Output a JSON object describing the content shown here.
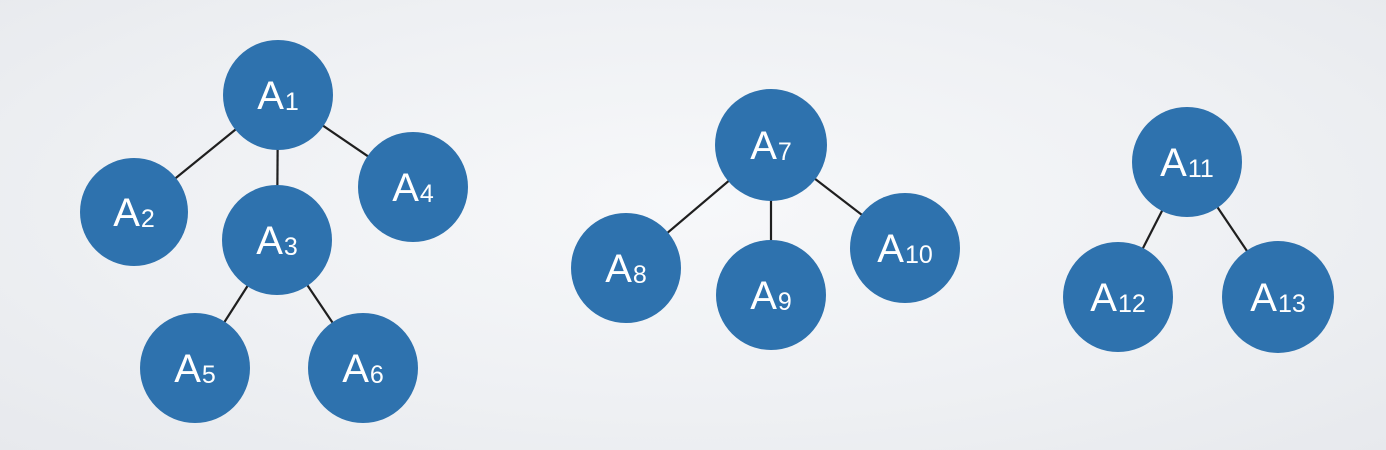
{
  "colors": {
    "node_fill": "#2e72ae",
    "edge": "#1f1f1f",
    "label": "#ffffff"
  },
  "trees": [
    {
      "nodes": [
        {
          "id": "A1",
          "base": "A",
          "sub": "1"
        },
        {
          "id": "A2",
          "base": "A",
          "sub": "2"
        },
        {
          "id": "A3",
          "base": "A",
          "sub": "3"
        },
        {
          "id": "A4",
          "base": "A",
          "sub": "4"
        },
        {
          "id": "A5",
          "base": "A",
          "sub": "5"
        },
        {
          "id": "A6",
          "base": "A",
          "sub": "6"
        }
      ],
      "edges": [
        [
          "A1",
          "A2"
        ],
        [
          "A1",
          "A3"
        ],
        [
          "A1",
          "A4"
        ],
        [
          "A3",
          "A5"
        ],
        [
          "A3",
          "A6"
        ]
      ]
    },
    {
      "nodes": [
        {
          "id": "A7",
          "base": "A",
          "sub": "7"
        },
        {
          "id": "A8",
          "base": "A",
          "sub": "8"
        },
        {
          "id": "A9",
          "base": "A",
          "sub": "9"
        },
        {
          "id": "A10",
          "base": "A",
          "sub": "10"
        }
      ],
      "edges": [
        [
          "A7",
          "A8"
        ],
        [
          "A7",
          "A9"
        ],
        [
          "A7",
          "A10"
        ]
      ]
    },
    {
      "nodes": [
        {
          "id": "A11",
          "base": "A",
          "sub": "11"
        },
        {
          "id": "A12",
          "base": "A",
          "sub": "12"
        },
        {
          "id": "A13",
          "base": "A",
          "sub": "13"
        }
      ],
      "edges": [
        [
          "A11",
          "A12"
        ],
        [
          "A11",
          "A13"
        ]
      ]
    }
  ]
}
